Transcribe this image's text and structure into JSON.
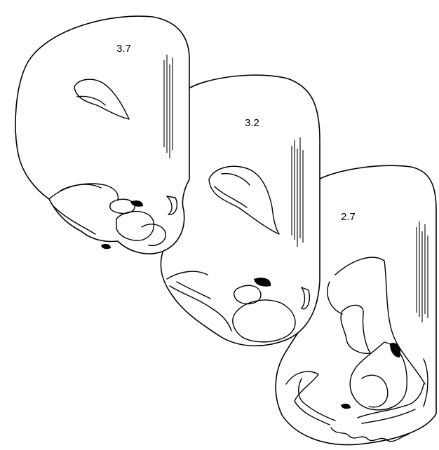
{
  "sections": [
    {
      "id": "section-a",
      "label": "3.7"
    },
    {
      "id": "section-b",
      "label": "3.2"
    },
    {
      "id": "section-c",
      "label": "2.7"
    }
  ],
  "colors": {
    "ink": "#000000",
    "background": "#ffffff"
  }
}
